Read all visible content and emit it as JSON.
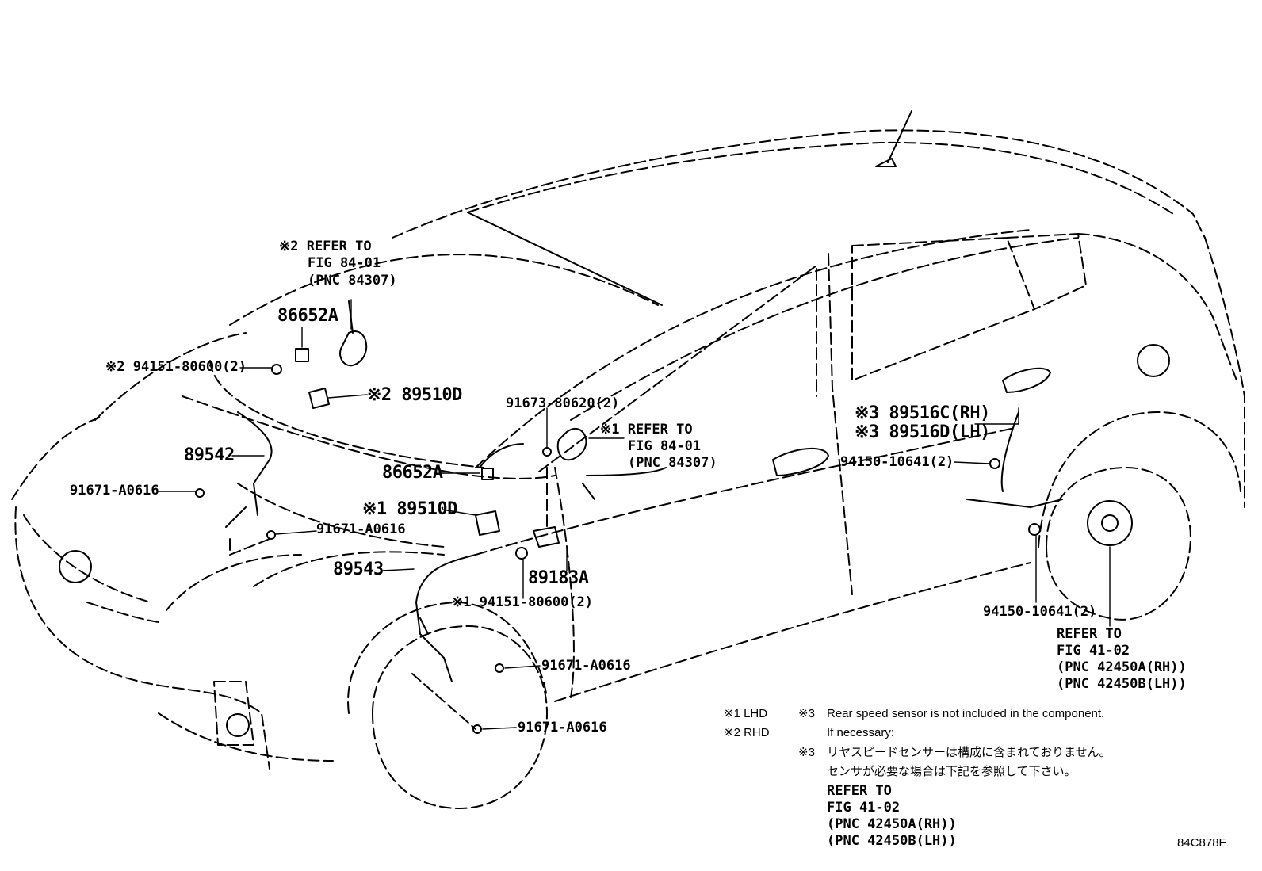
{
  "labels": {
    "refer_rhd_mark": "※2 REFER TO",
    "refer_rhd_fig": "FIG 84-01",
    "refer_rhd_pnc": "(PNC 84307)",
    "p86652a_top": "86652A",
    "p94151_rhd": "※2 94151-80600(2)",
    "p89510d_rhd": "※2 89510D",
    "p89542": "89542",
    "p91671_left": "91671-A0616",
    "p91671_mid": "91671-A0616",
    "p86652a_mid": "86652A",
    "p89510d_lhd": "※1 89510D",
    "p89543": "89543",
    "p94151_lhd": "※1 94151-80600(2)",
    "p89183a": "89183A",
    "p91673": "91673-80620(2)",
    "refer_lhd_mark": "※1 REFER TO",
    "refer_lhd_fig": "FIG 84-01",
    "refer_lhd_pnc": "(PNC 84307)",
    "p91671_wheel_a": "91671-A0616",
    "p91671_wheel_b": "91671-A0616",
    "p89516c": "※3 89516C(RH)",
    "p89516d": "※3 89516D(LH)",
    "p94150_top": "94150-10641(2)",
    "p94150_bottom": "94150-10641(2)",
    "refer_rear_1": "REFER TO",
    "refer_rear_2": "FIG 41-02",
    "refer_rear_3": "(PNC 42450A(RH))",
    "refer_rear_4": "(PNC 42450B(LH))"
  },
  "legend": {
    "lhd": "※1 LHD",
    "rhd": "※2 RHD",
    "note3_mark": "※3",
    "note3_en_1": "Rear speed sensor is not included in the component.",
    "note3_en_2": "If necessary:",
    "note3_jp_1": "リヤスピードセンサーは構成に含まれておりません。",
    "note3_jp_2": "センサが必要な場合は下記を参照して下さい。",
    "refer_1": "REFER TO",
    "refer_2": "FIG 41-02",
    "refer_3": "(PNC 42450A(RH))",
    "refer_4": "(PNC 42450B(LH))"
  },
  "figure_code": "84C878F"
}
